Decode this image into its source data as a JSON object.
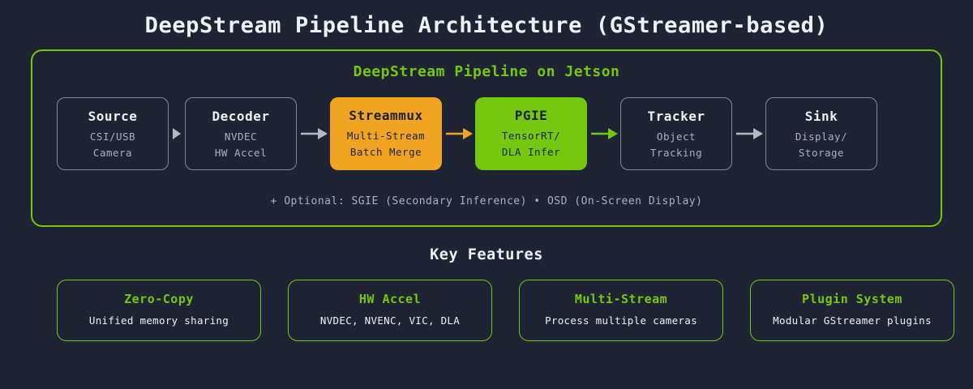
{
  "page_title": "DeepStream Pipeline Architecture (GStreamer-based)",
  "pipeline": {
    "title": "DeepStream Pipeline on Jetson",
    "stages": [
      {
        "title": "Source",
        "line1": "CSI/USB",
        "line2": "Camera",
        "variant": "default"
      },
      {
        "title": "Decoder",
        "line1": "NVDEC",
        "line2": "HW Accel",
        "variant": "default"
      },
      {
        "title": "Streammux",
        "line1": "Multi-Stream",
        "line2": "Batch Merge",
        "variant": "orange"
      },
      {
        "title": "PGIE",
        "line1": "TensorRT/",
        "line2": "DLA Infer",
        "variant": "green"
      },
      {
        "title": "Tracker",
        "line1": "Object",
        "line2": "Tracking",
        "variant": "default"
      },
      {
        "title": "Sink",
        "line1": "Display/",
        "line2": "Storage",
        "variant": "default"
      }
    ],
    "connectors": [
      {
        "style": "triangle",
        "color": "gray"
      },
      {
        "style": "arrow",
        "color": "gray"
      },
      {
        "style": "arrow",
        "color": "orange"
      },
      {
        "style": "arrow",
        "color": "green"
      },
      {
        "style": "arrow",
        "color": "gray"
      }
    ],
    "optional_note": "+ Optional: SGIE (Secondary Inference) • OSD (On-Screen Display)"
  },
  "features": {
    "title": "Key Features",
    "items": [
      {
        "title": "Zero-Copy",
        "subtitle": "Unified memory sharing"
      },
      {
        "title": "HW Accel",
        "subtitle": "NVDEC, NVENC, VIC, DLA"
      },
      {
        "title": "Multi-Stream",
        "subtitle": "Process multiple cameras"
      },
      {
        "title": "Plugin System",
        "subtitle": "Modular GStreamer plugins"
      }
    ]
  },
  "colors": {
    "background": "#1e2433",
    "nvidia-green": "#76c70f",
    "orange": "#f0a421",
    "box-border": "#7e8899",
    "title-text": "#eef1f6",
    "subtitle-text": "#a9b0bf",
    "dark-text": "#1b2230",
    "arrow-gray": "#b3bac6"
  }
}
